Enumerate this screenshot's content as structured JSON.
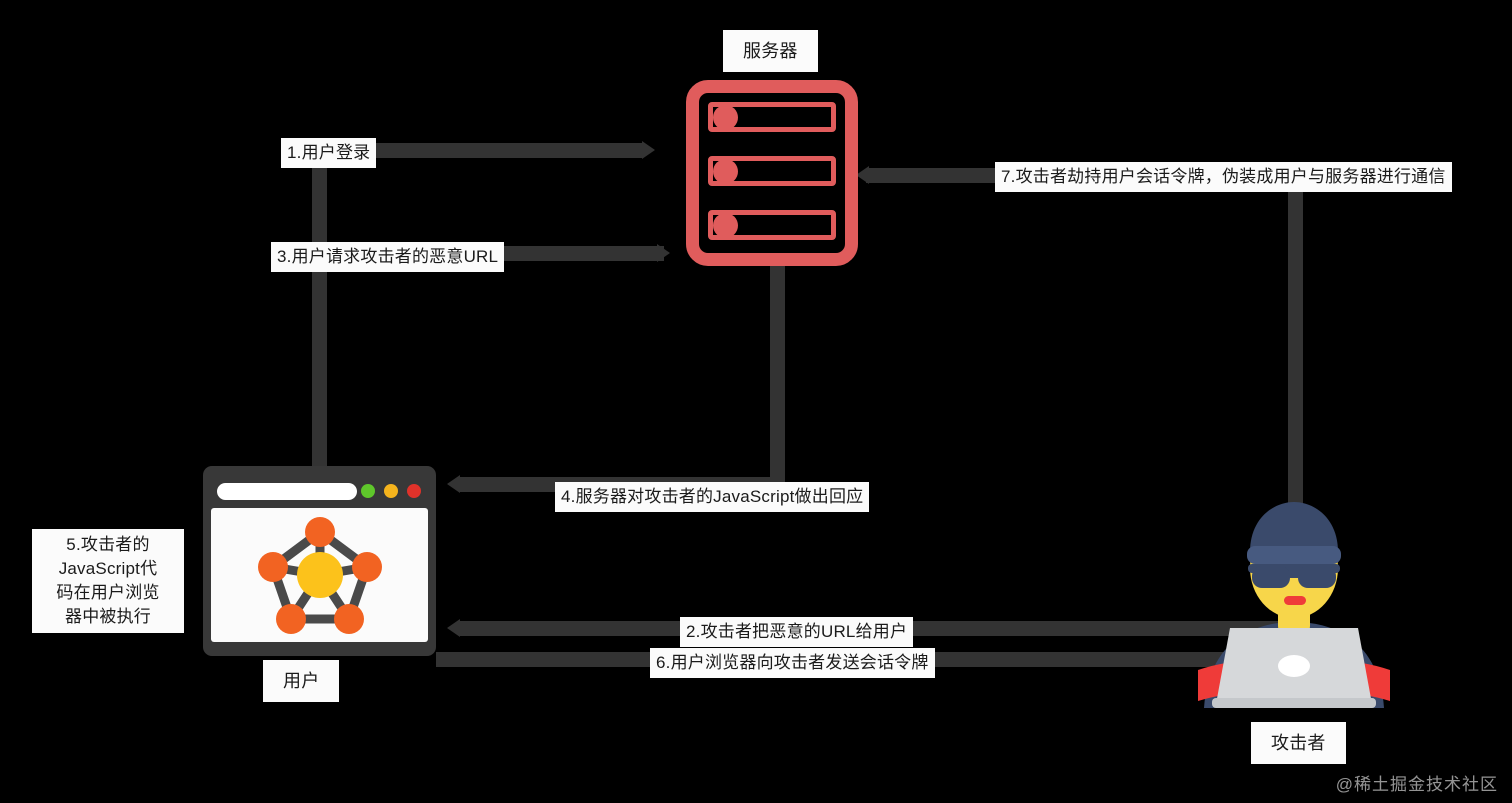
{
  "diagram": {
    "title": "XSS / Session Hijacking Attack Flow",
    "background_color": "#000000",
    "line_color": "#333333",
    "chip_bg": "#fbfbfb",
    "server_color": "#e05c5c"
  },
  "nodes": {
    "server": {
      "label": "服务器",
      "icon": "server-rack-icon"
    },
    "user": {
      "label": "用户",
      "icon": "browser-window-icon"
    },
    "attacker": {
      "label": "攻击者",
      "icon": "hacker-with-laptop-icon"
    }
  },
  "browser": {
    "url_bar_value": "",
    "traffic_lights": [
      {
        "name": "green-dot",
        "color": "#5fc72b"
      },
      {
        "name": "yellow-dot",
        "color": "#f5b41d"
      },
      {
        "name": "red-dot",
        "color": "#e0322a"
      }
    ],
    "graphic": {
      "name": "network-graph-icon",
      "node_color": "#f26322",
      "center_color": "#fcc21b",
      "edge_color": "#4a4a4a"
    }
  },
  "steps": [
    {
      "id": "1",
      "text": "1.用户登录"
    },
    {
      "id": "2",
      "text": "2.攻击者把恶意的URL给用户"
    },
    {
      "id": "3",
      "text": "3.用户请求攻击者的恶意URL"
    },
    {
      "id": "4",
      "text": "4.服务器对攻击者的JavaScript做出回应"
    },
    {
      "id": "5",
      "text": "5.攻击者的 JavaScript代 码在用户浏览 器中被执行"
    },
    {
      "id": "6",
      "text": "6.用户浏览器向攻击者发送会话令牌"
    },
    {
      "id": "7",
      "text": "7.攻击者劫持用户会话令牌，伪装成用户与服务器进行通信"
    }
  ],
  "step5_lines": [
    "5.攻击者的",
    "JavaScript代",
    "码在用户浏览",
    "器中被执行"
  ],
  "watermark": {
    "text": "@稀土掘金技术社区"
  }
}
